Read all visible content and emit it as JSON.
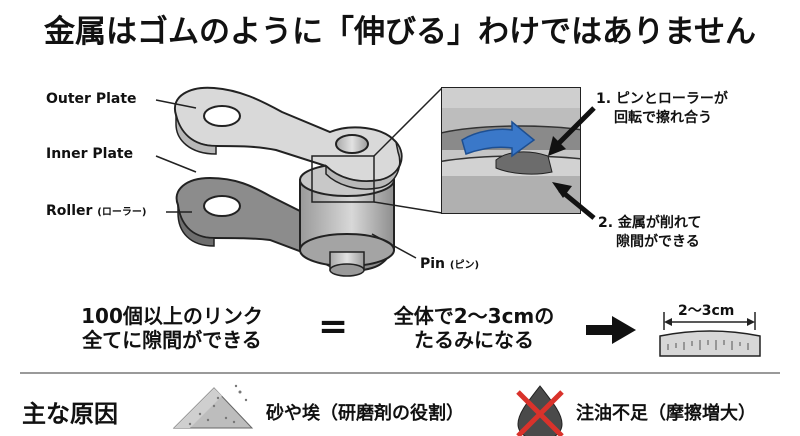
{
  "title": "金属はゴムのように「伸びる」わけではありません",
  "parts": {
    "outer_plate": "Outer Plate",
    "inner_plate": "Inner Plate",
    "roller": "Roller",
    "roller_jp": "(ローラー)",
    "pin": "Pin",
    "pin_jp": "(ピン)"
  },
  "callouts": {
    "c1_line1": "1. ピンとローラーが",
    "c1_line2": "回転で擦れ合う",
    "c2_line1": "2. 金属が削れて",
    "c2_line2": "隙間ができる"
  },
  "summary": {
    "left_line1": "100個以上のリンク",
    "left_line2": "全てに隙間ができる",
    "equals": "=",
    "right_line1": "全体で2〜3cmの",
    "right_line2": "たるみになる",
    "ruler_label": "2〜3cm"
  },
  "causes": {
    "heading": "主な原因",
    "item1": "砂や埃（研磨剤の役割）",
    "item2": "注油不足（摩擦増大）"
  },
  "colors": {
    "accent_arrow": "#3a78c9",
    "plate_light": "#d6d6d6",
    "plate_dark": "#8a8a8a",
    "cross": "#d9322b"
  }
}
